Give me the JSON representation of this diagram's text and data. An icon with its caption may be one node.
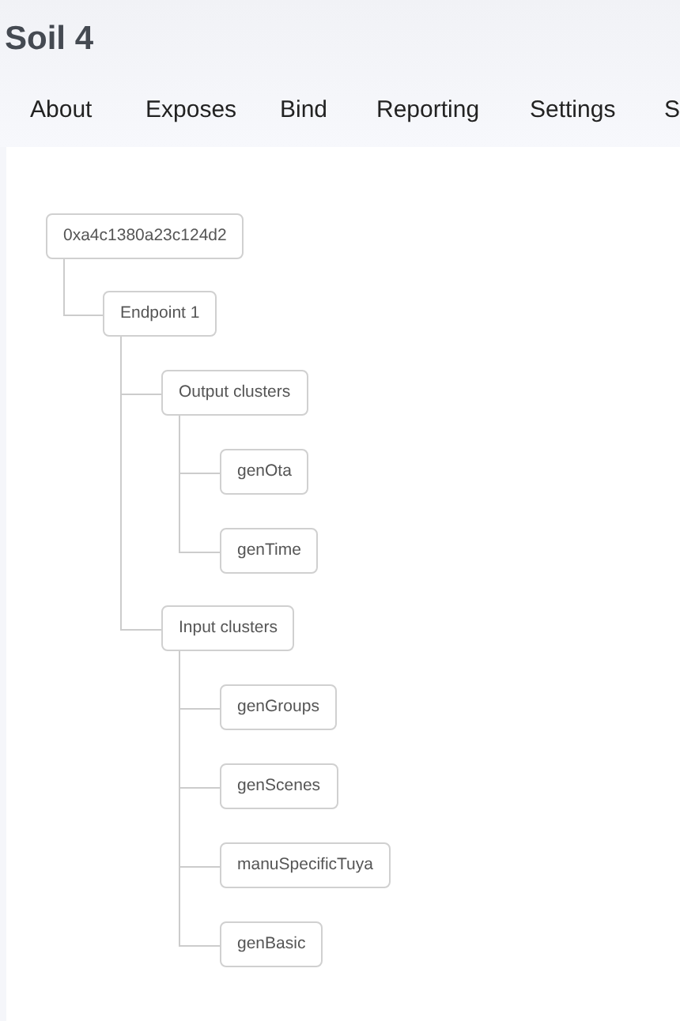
{
  "diagram": {
    "title": "Soil 4",
    "nodes": [
      {
        "text": [
          "0xa4c1380a23c124d2"
        ]
      },
      {
        "text": [
          "Endpoint 1"
        ]
      },
      {
        "text": [
          "Output clusters"
        ]
      },
      {
        "text": [
          "genOta"
        ]
      },
      {
        "text": [
          "genTime"
        ]
      },
      {
        "text": [
          "Input clusters"
        ]
      },
      {
        "text": [
          "genGroups"
        ]
      },
      {
        "text": [
          "genScenes"
        ]
      },
      {
        "text": [
          "manuSpecificTuya"
        ]
      },
      {
        "text": [
          "genBasic"
        ]
      }
    ],
    "edges": [
      {
        "from": 0,
        "to": 1,
        "arrow": "none"
      },
      {
        "from": 1,
        "to": 2,
        "arrow": "none"
      },
      {
        "from": 2,
        "to": 3,
        "arrow": "none"
      },
      {
        "from": 2,
        "to": 4,
        "arrow": "none"
      },
      {
        "from": 1,
        "to": 5,
        "arrow": "none"
      },
      {
        "from": 5,
        "to": 6,
        "arrow": "none"
      },
      {
        "from": 5,
        "to": 7,
        "arrow": "none"
      },
      {
        "from": 5,
        "to": 8,
        "arrow": "none"
      },
      {
        "from": 5,
        "to": 9,
        "arrow": "none"
      }
    ],
    "labels": [
      "About",
      "Exposes",
      "Bind",
      "Reporting",
      "Settings",
      "S"
    ]
  }
}
